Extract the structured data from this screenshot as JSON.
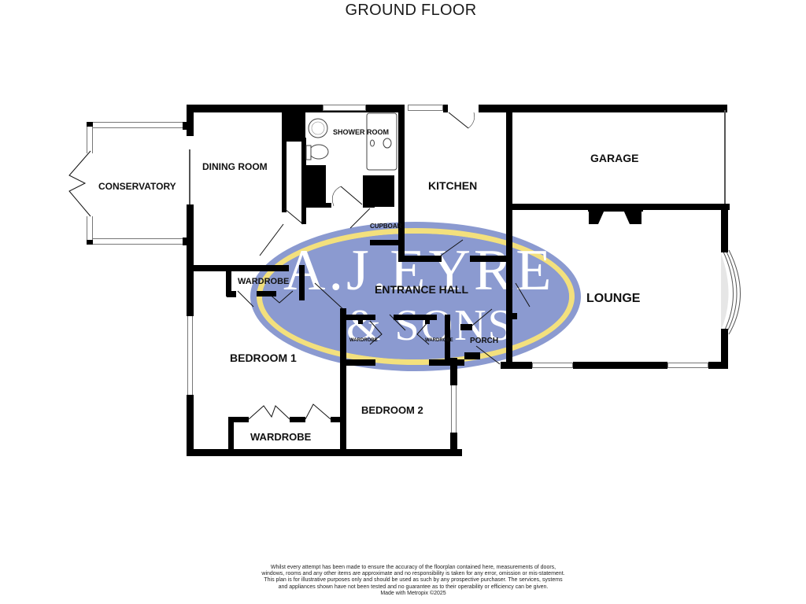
{
  "header": {
    "title": "GROUND FLOOR"
  },
  "logo": {
    "line1": "A.J.EYRE",
    "line2": "& SONS",
    "fill_color": "#8b9ad0",
    "ring_color": "#f3e07d"
  },
  "rooms": {
    "conservatory": "CONSERVATORY",
    "dining_room": "DINING ROOM",
    "shower_room": "SHOWER ROOM",
    "kitchen": "KITCHEN",
    "garage": "GARAGE",
    "cupboard": "CUPBOAR",
    "entrance_hall": "ENTRANCE HALL",
    "lounge": "LOUNGE",
    "wardrobe_top": "WARDROBE",
    "wardrobe_small_1": "WARDROBE",
    "wardrobe_small_2": "WARDROBE",
    "porch": "PORCH",
    "bedroom_1": "BEDROOM 1",
    "bedroom_2": "BEDROOM 2",
    "wardrobe_bottom": "WARDROBE"
  },
  "footer": {
    "disclaimer": "Whilst every attempt has been made to ensure the accuracy of the floorplan contained here, measurements of doors, windows, rooms and any other items are approximate and no responsibility is taken for any error, omission or mis-statement. This plan is for illustrative purposes only and should be used as such by any prospective purchaser. The services, systems and appliances shown have not been tested and no guarantee as to their operability or efficiency can be given.",
    "credit": "Made with Metropix ©2025"
  }
}
